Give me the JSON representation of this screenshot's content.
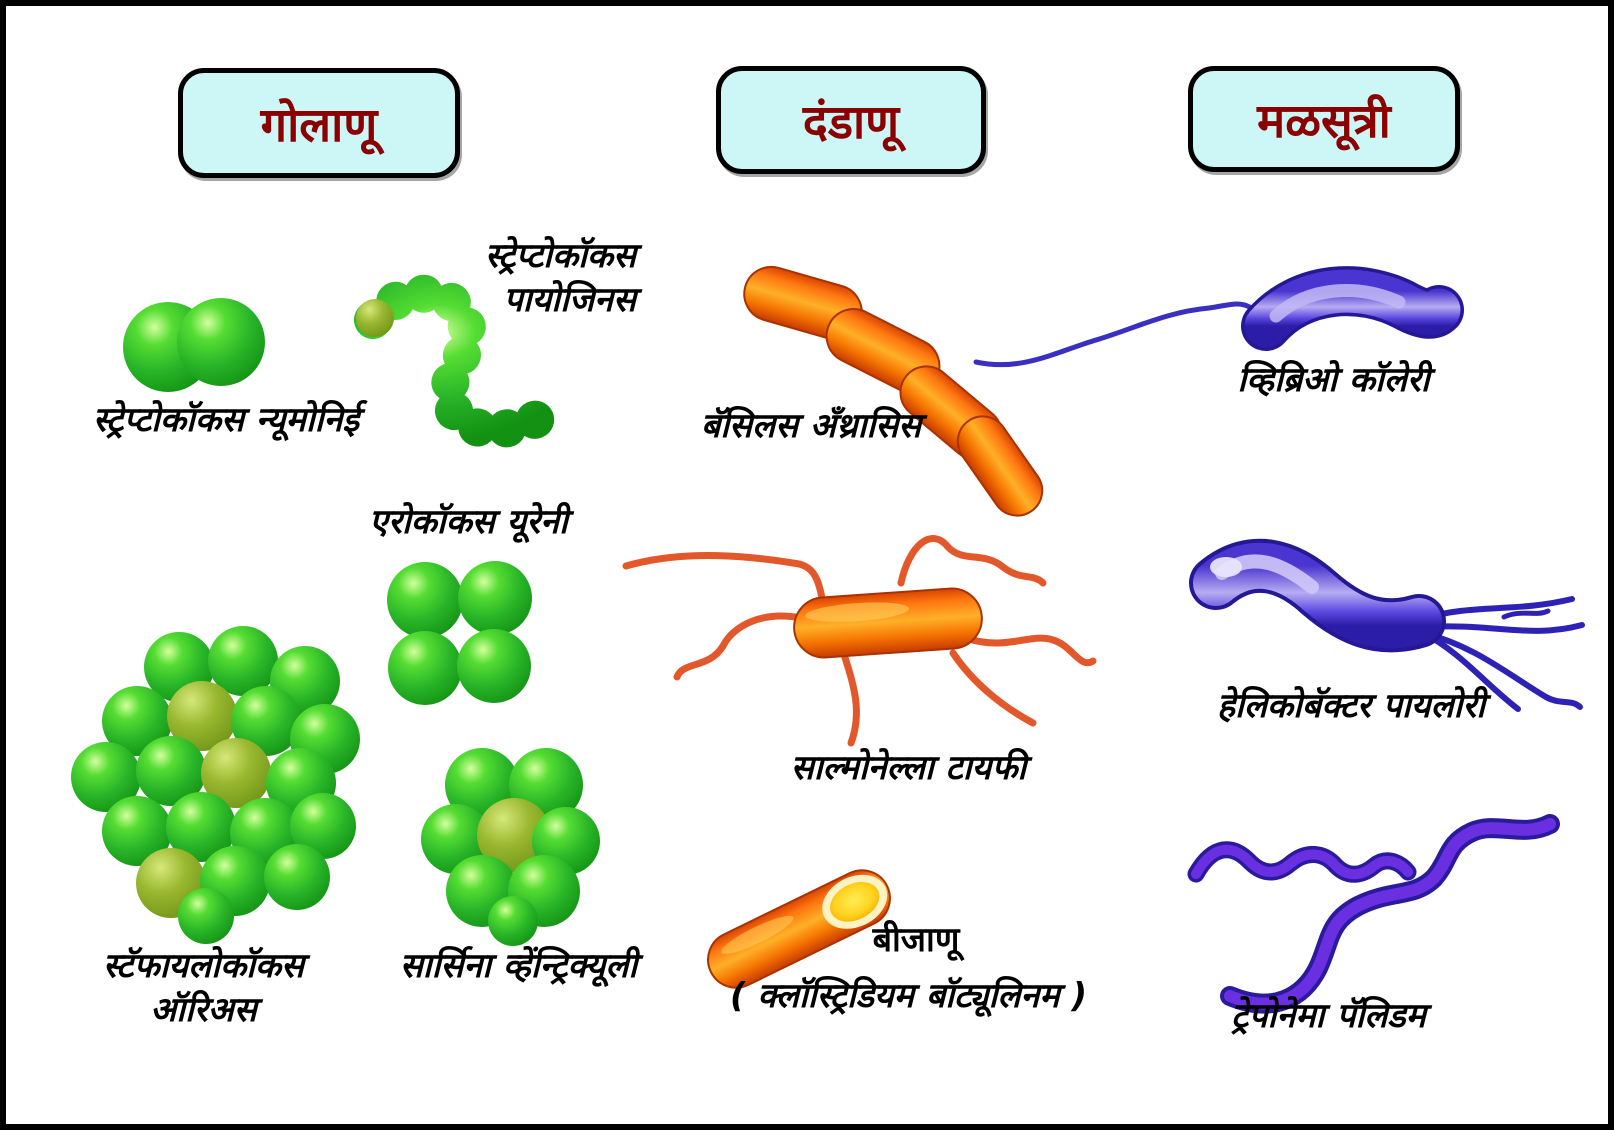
{
  "headers": {
    "cocci": "गोलाणू",
    "bacilli": "दंडाणू",
    "spiral": "मळसूत्री"
  },
  "organisms": {
    "cocci": [
      {
        "icon": "diplococcus-pair-icon",
        "label": "स्ट्रेप्टोकॉकस न्यूमोनिई"
      },
      {
        "icon": "coccus-chain-icon",
        "label_line1": "स्ट्रेप्टोकॉकस",
        "label_line2": "पायोजिनस"
      },
      {
        "icon": "coccus-tetrad-icon",
        "label": "एरोकॉकस यूरेनी"
      },
      {
        "icon": "coccus-cluster-icon",
        "label_line1": "स्टॅफायलोकॉकस",
        "label_line2": "ऑरिअस"
      },
      {
        "icon": "coccus-packet-icon",
        "label": "सार्सिना व्हेंन्ट्रिक्यूली"
      }
    ],
    "bacilli": [
      {
        "icon": "rod-chain-icon",
        "label": "बॅसिलस अँथ्रासिस"
      },
      {
        "icon": "flagellated-rod-icon",
        "label": "साल्मोनेल्ला टायफी"
      },
      {
        "icon": "spore-rod-icon",
        "label_line1": "बीजाणू",
        "label_line2": "( क्लॉस्ट्रिडियम बॉट्यूलिनम )"
      }
    ],
    "spiral": [
      {
        "icon": "vibrio-comma-icon",
        "label": "व्हिब्रिओ कॉलेरी"
      },
      {
        "icon": "helix-rod-icon",
        "label": "हेलिकोबॅक्टर पायलोरी"
      },
      {
        "icon": "spirochete-waves-icon",
        "label": "ट्रेपोनेमा पॅलिडम"
      }
    ]
  },
  "colors": {
    "header_bg": "#cdf6f6",
    "header_text": "#8b0000",
    "label_text": "#000000",
    "coccus_green": "#2eb82e",
    "bacillus_orange": "#f57300",
    "flagella_orange": "#e2582a",
    "spiral_purple": "#5a46e0",
    "frame_border": "#000000"
  }
}
